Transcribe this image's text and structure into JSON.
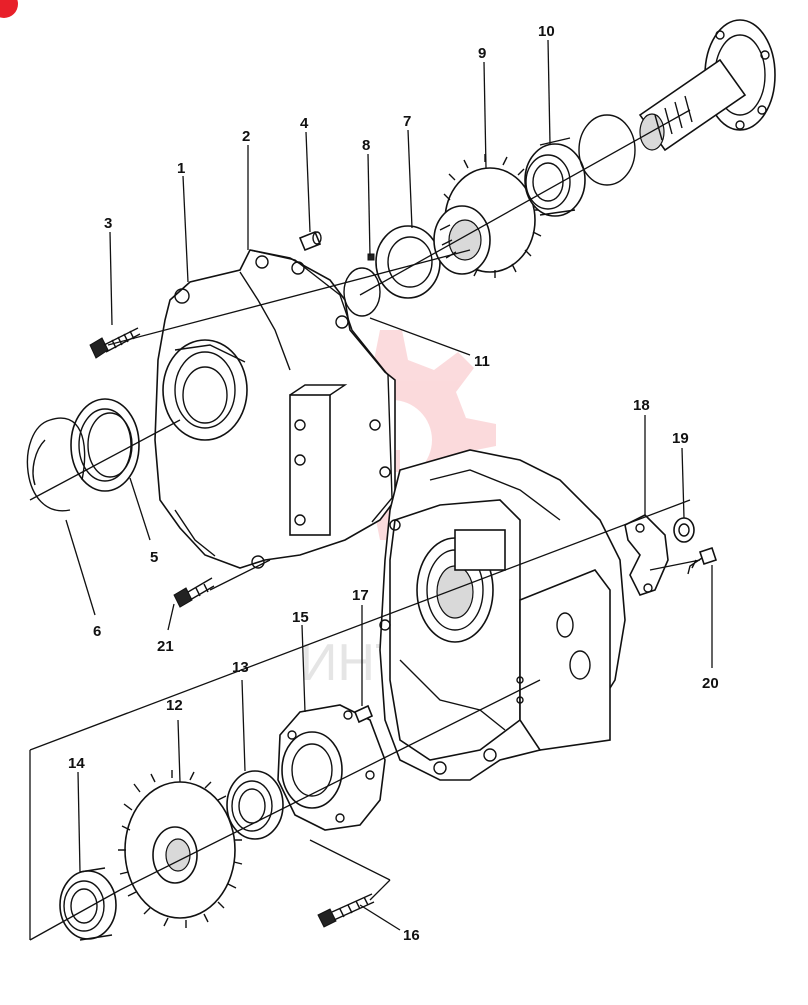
{
  "callouts": [
    "1",
    "2",
    "3",
    "4",
    "5",
    "6",
    "7",
    "8",
    "9",
    "10",
    "11",
    "12",
    "13",
    "14",
    "15",
    "16",
    "17",
    "18",
    "19",
    "20",
    "21"
  ],
  "watermark": {
    "text": "ИНТЕК",
    "color": "#e8202a"
  },
  "corner_badge": {
    "color": "#e8202a"
  }
}
